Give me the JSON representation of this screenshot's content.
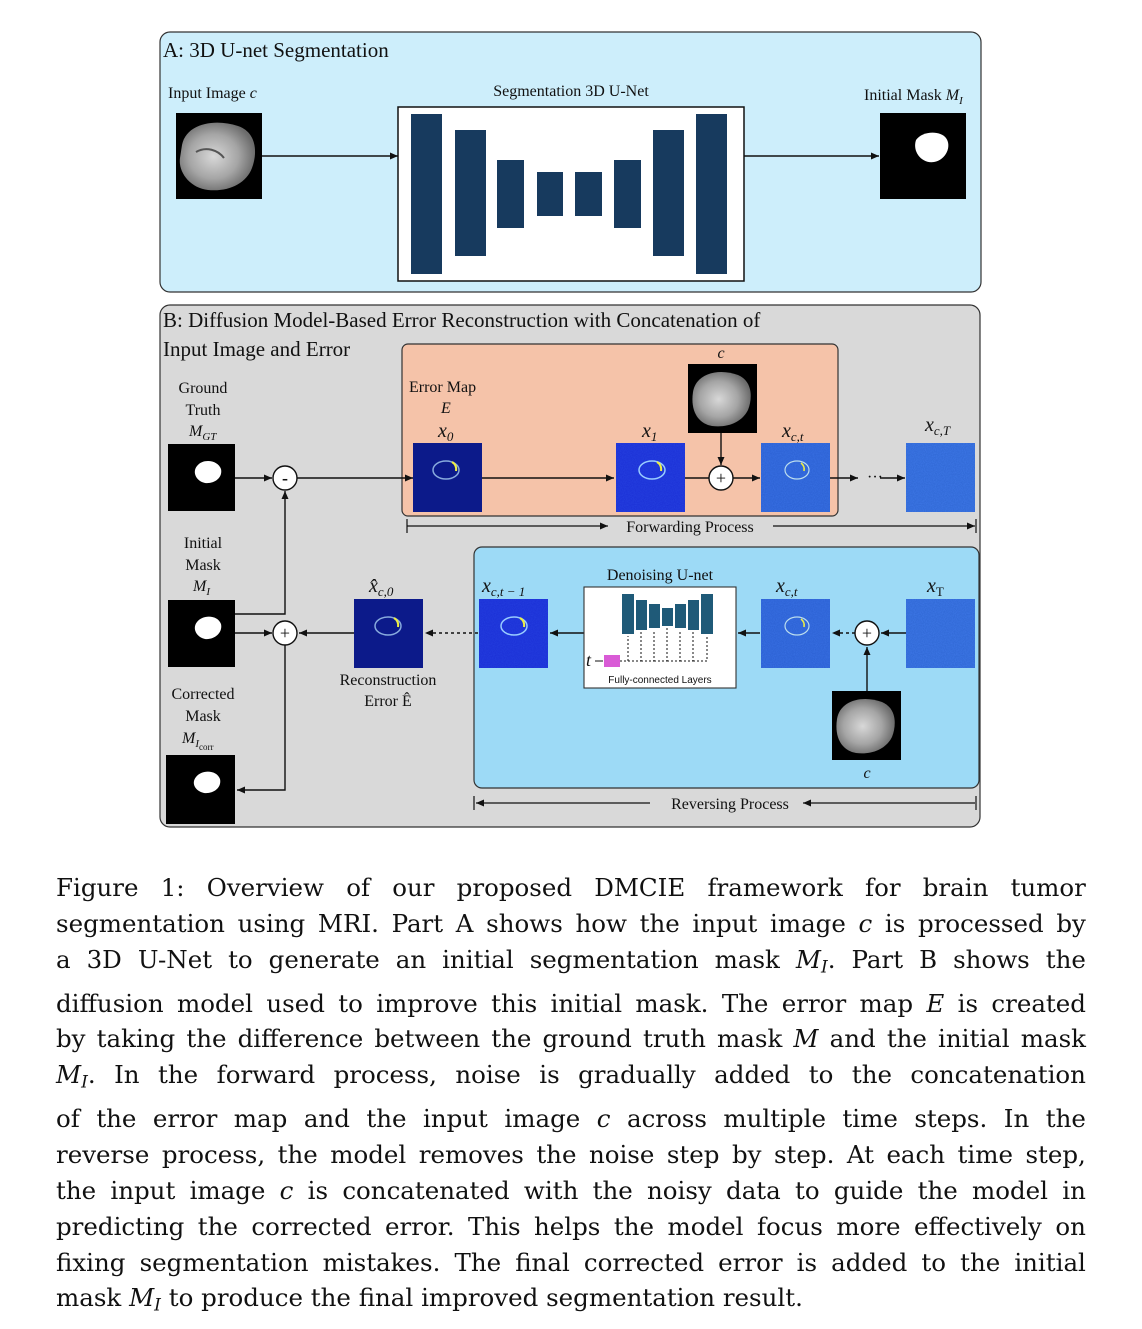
{
  "partA": {
    "title": "A: 3D U-net Segmentation",
    "input_label": "Input Image c",
    "unet_label": "Segmentation 3D U-Net",
    "output_label": "Initial Mask M",
    "output_sub": "I"
  },
  "partB": {
    "title_line1": "B: Diffusion Model-Based Error Reconstruction with Concatenation of",
    "title_line2": "Input Image and Error",
    "gt_label": [
      "Ground",
      "Truth",
      "M"
    ],
    "gt_sub": "GT",
    "init_label": [
      "Initial",
      "Mask",
      "M"
    ],
    "init_sub": "I",
    "corr_label": [
      "Corrected",
      "Mask",
      "M"
    ],
    "corr_sub": "I",
    "corr_subsub": "corr",
    "error_map_label": [
      "Error Map",
      "E"
    ],
    "c_label": "c",
    "x0": "x",
    "x0_sub": "0",
    "x1": "x",
    "x1_sub": "1",
    "xct": "x",
    "xct_sub": "c,t",
    "xcT": "x",
    "xcT_sub": "c,T",
    "xT": "x",
    "xT_sub": "T",
    "xct1": "x",
    "xct1_sub": "c,t − 1",
    "xhat": "x̂",
    "xhat_sub": "c,0",
    "recon_label": [
      "Reconstruction",
      "Error Ê"
    ],
    "forward_label": "Forwarding Process",
    "reverse_label": "Reversing Process",
    "denoise_label": "Denoising U-net",
    "fc_label": "Fully-connected Layers",
    "t_label": "t",
    "minus": "-",
    "plus": "+",
    "dots": "···"
  },
  "caption": {
    "lines": [
      "Figure 1:    Overview of our proposed DMCIE framework for brain tumor",
      "segmentation using MRI. Part A shows how the input image c is processed by",
      "a 3D U-Net to generate an initial segmentation mask M_I. Part B shows the",
      "diffusion model used to improve this initial mask. The error map E is created",
      "by taking the difference between the ground truth mask M and the initial mask",
      "M_I. In the forward process, noise is gradually added to the concatenation",
      "of the error map and the input image c across multiple time steps. In the",
      "reverse process, the model removes the noise step by step. At each time step,",
      "the input image c is concatenated with the noisy data to guide the model in",
      "predicting the corrected error. This helps the model focus more effectively on",
      "fixing segmentation mistakes. The final corrected error is added to the initial",
      "mask M_I to produce the final improved segmentation result."
    ]
  },
  "colors": {
    "partA_bg": "#cdeefb",
    "partB_bg": "#d9d9d9",
    "forward_bg": "#f5c3a9",
    "reverse_bg": "#9ddaf6",
    "unet_block": "#173a5e",
    "noisy_blue": "#2a5fd6"
  }
}
